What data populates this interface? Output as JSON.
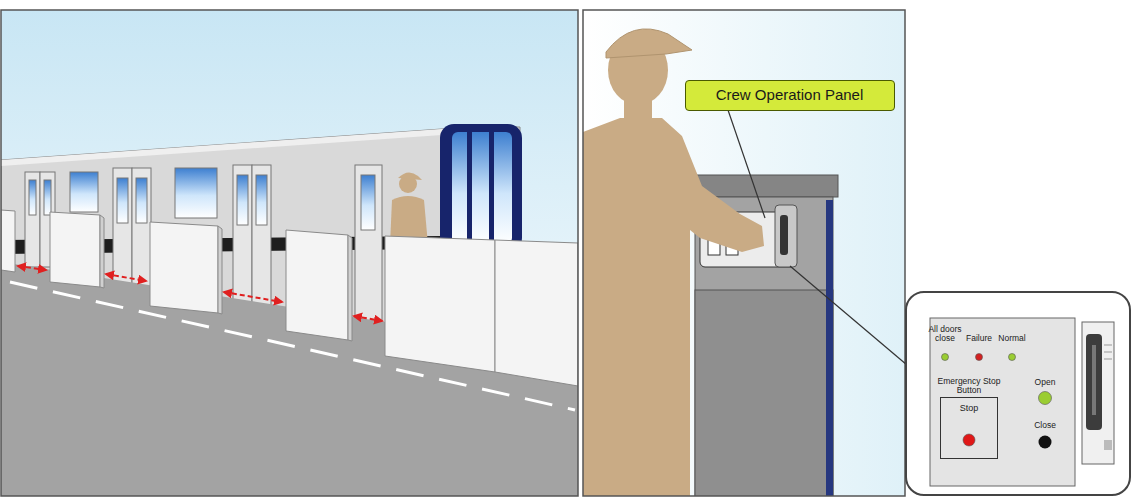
{
  "diagram": {
    "nodes": [
      {
        "text": [
          "Crew Operation Panel"
        ]
      },
      {
        "text": [
          "Emergency Stop Button",
          "Stop"
        ]
      }
    ],
    "labels": [
      "All doors close",
      "Failure",
      "Normal",
      "Open",
      "Close"
    ]
  }
}
